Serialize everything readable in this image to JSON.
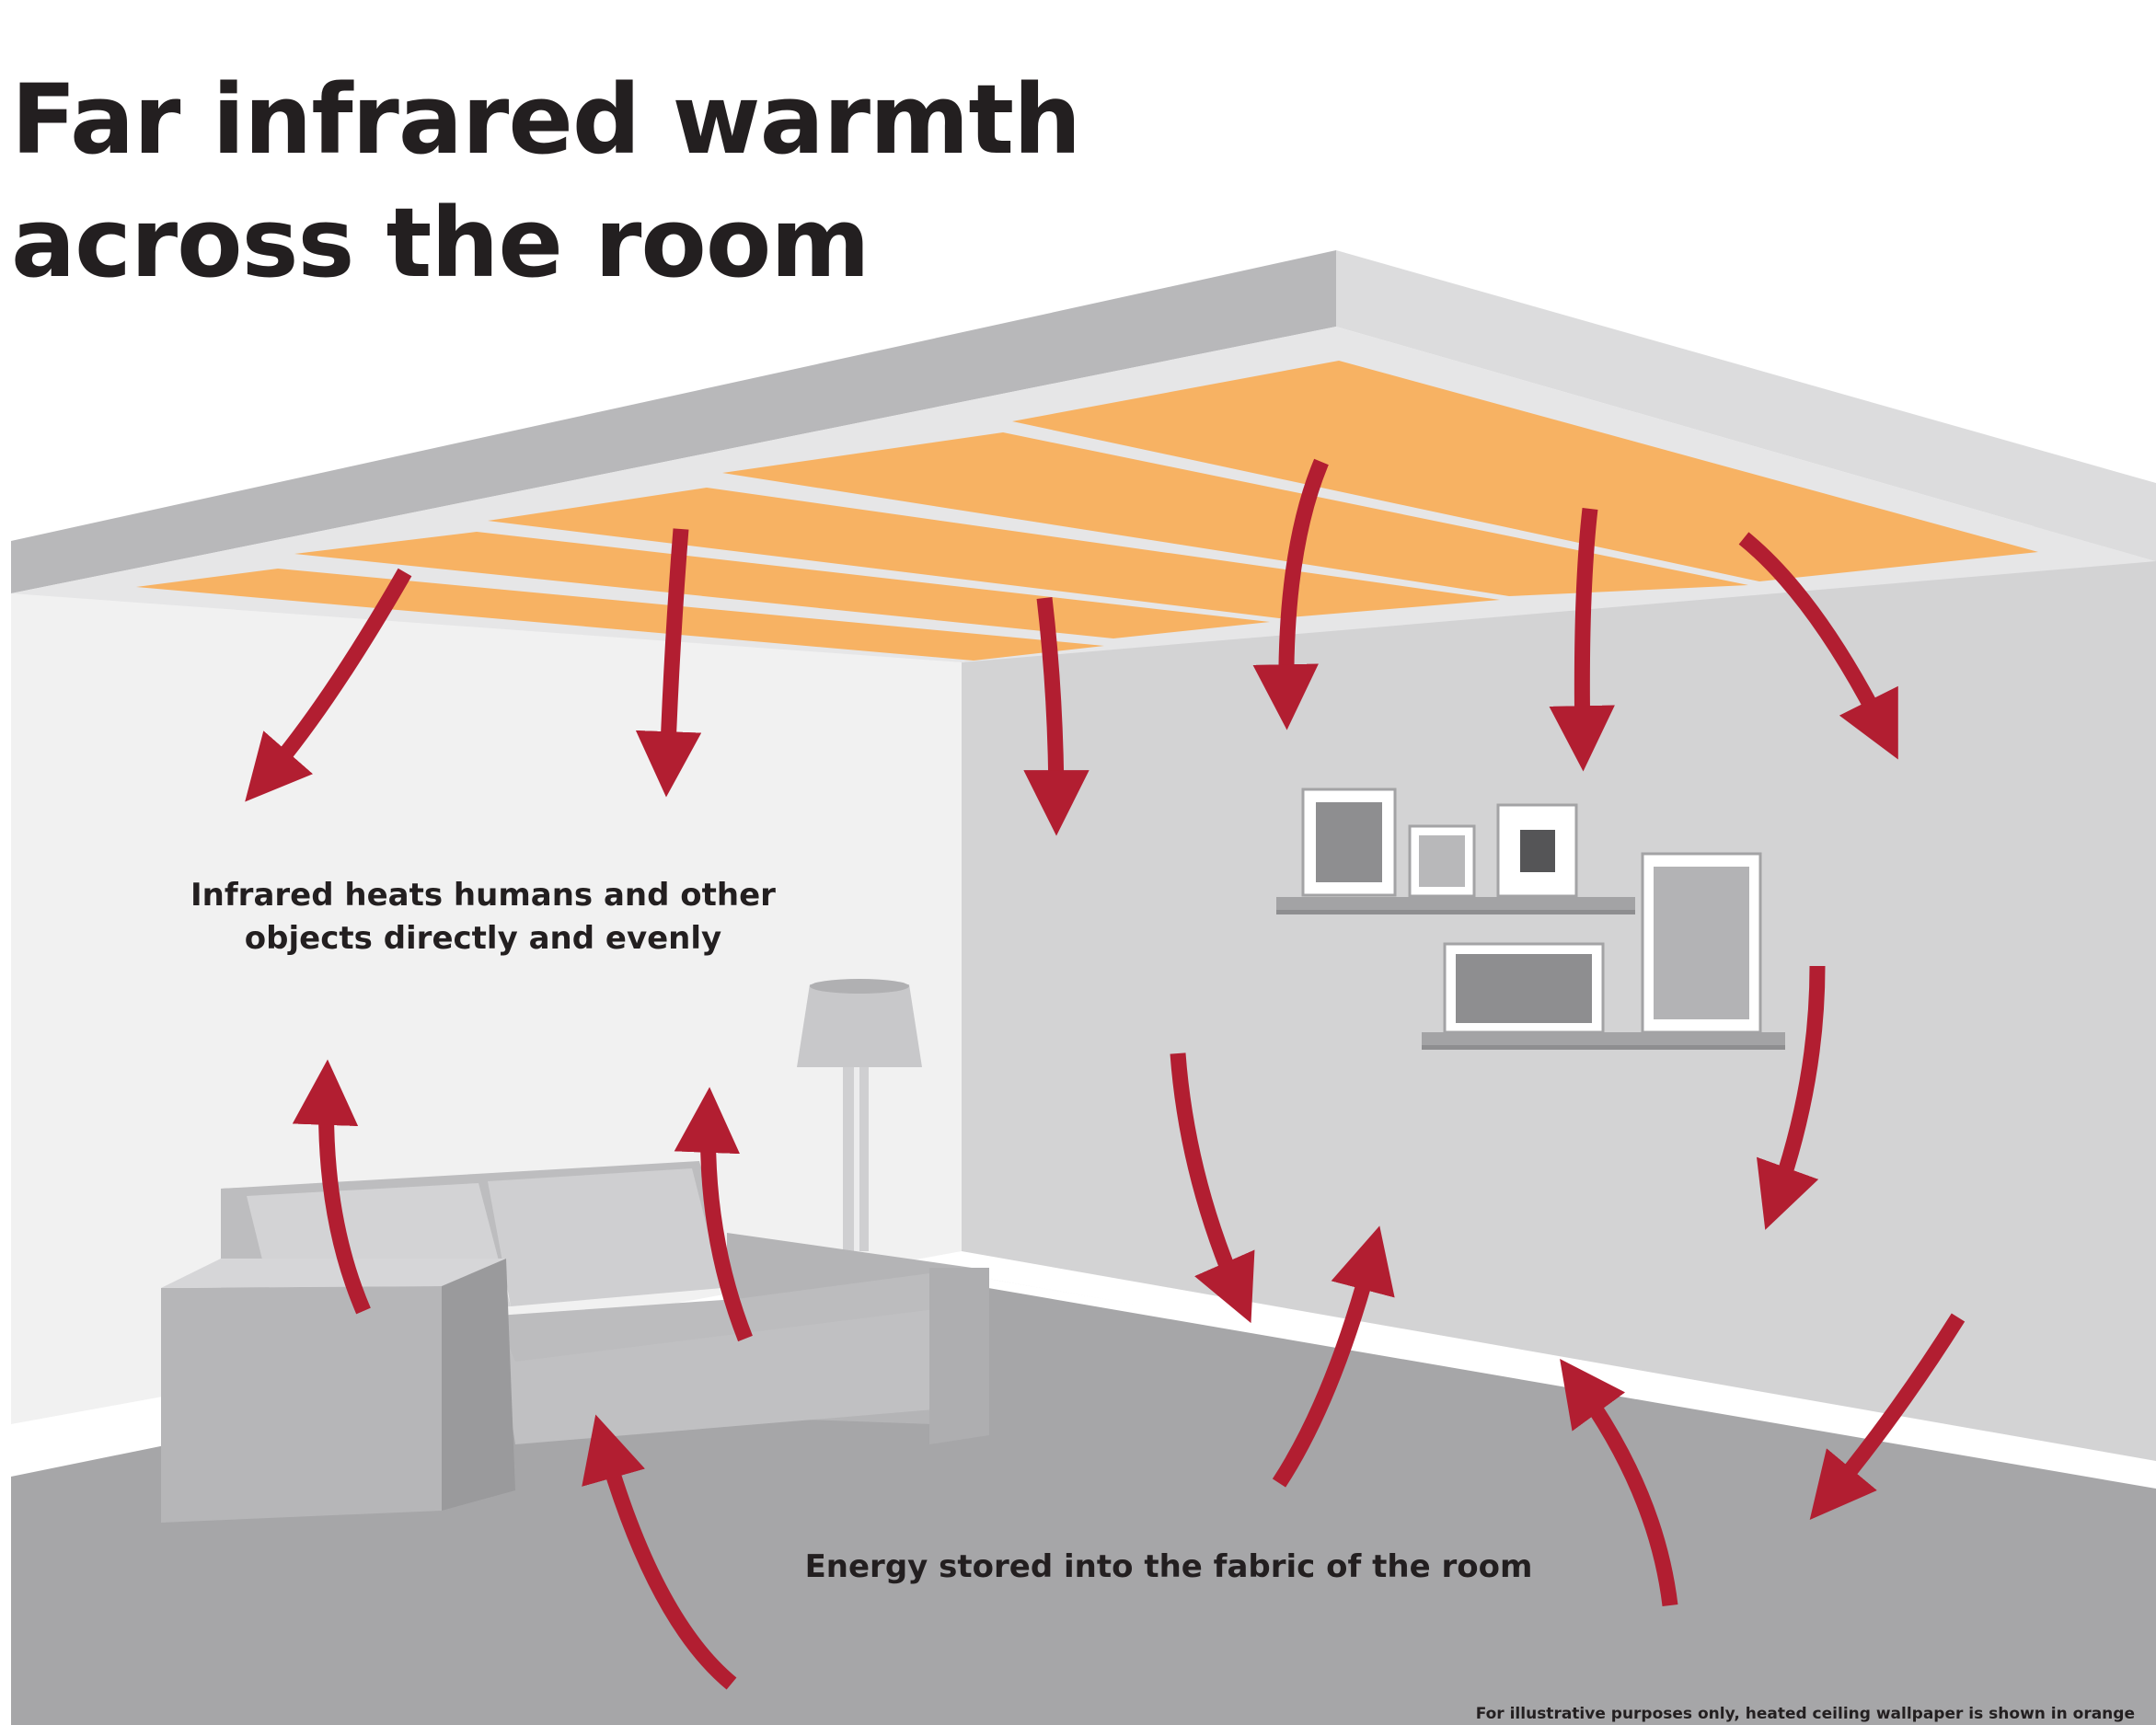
{
  "title": {
    "line1": "Far infrared warmth",
    "line2": "across the room"
  },
  "captions": {
    "heat_humans": [
      "Infrared heats humans and other",
      "objects directly and evenly"
    ],
    "energy_stored": "Energy stored into the fabric of the room"
  },
  "footnote": "For illustrative purposes only, heated ceiling wallpaper is shown in orange",
  "colors": {
    "heated_panel": "#f7b263",
    "arrow": "#b21e31",
    "left_wall": "#f1f1f1",
    "right_wall": "#d3d3d4",
    "floor": "#a6a6a8",
    "ceiling_edge": "#b8b8ba",
    "sofa": "#c9c9cb",
    "text": "#231f20"
  },
  "icons": {
    "arrows": "heat-ray-arrow-icon",
    "furniture": [
      "sofa-icon",
      "floor-lamp-icon",
      "picture-frame-icon",
      "wall-shelf-icon"
    ]
  }
}
